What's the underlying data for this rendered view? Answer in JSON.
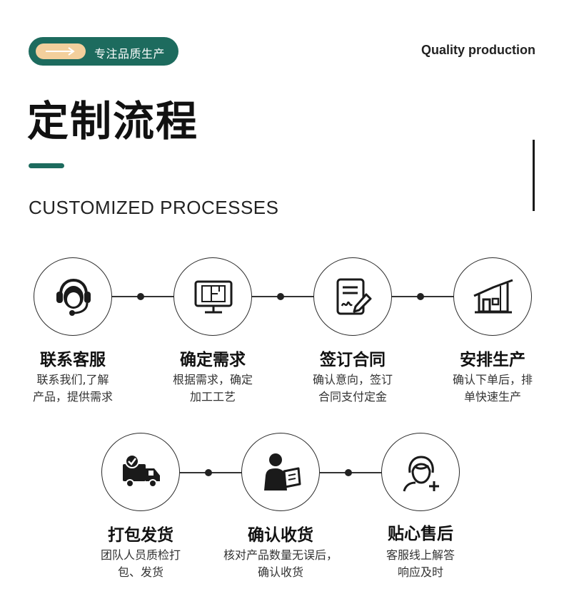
{
  "header": {
    "pill_label": "专注品质生产",
    "tagline": "Quality production",
    "title": "定制流程",
    "subtitle": "CUSTOMIZED PROCESSES"
  },
  "colors": {
    "accent": "#1d6b5e",
    "arrow_badge": "#f3cf9c",
    "icon": "#1a1a1a"
  },
  "steps": [
    {
      "icon": "headset-icon",
      "title": "联系客服",
      "desc": [
        "联系我们,了解",
        "产品，提供需求"
      ]
    },
    {
      "icon": "monitor-layout-icon",
      "title": "确定需求",
      "desc": [
        "根据需求，确定",
        "加工工艺"
      ]
    },
    {
      "icon": "contract-sign-icon",
      "title": "签订合同",
      "desc": [
        "确认意向，签订",
        "合同支付定金"
      ]
    },
    {
      "icon": "factory-icon",
      "title": "安排生产",
      "desc": [
        "确认下单后，排",
        "单快速生产"
      ]
    },
    {
      "icon": "delivery-truck-icon",
      "title": "打包发货",
      "desc": [
        "团队人员质检打",
        "包、发货"
      ]
    },
    {
      "icon": "person-checking-icon",
      "title": "确认收货",
      "desc": [
        "核对产品数量无误后，",
        "确认收货"
      ]
    },
    {
      "icon": "support-agent-icon",
      "title": "贴心售后",
      "desc": [
        "客服线上解答",
        "响应及时"
      ]
    }
  ]
}
